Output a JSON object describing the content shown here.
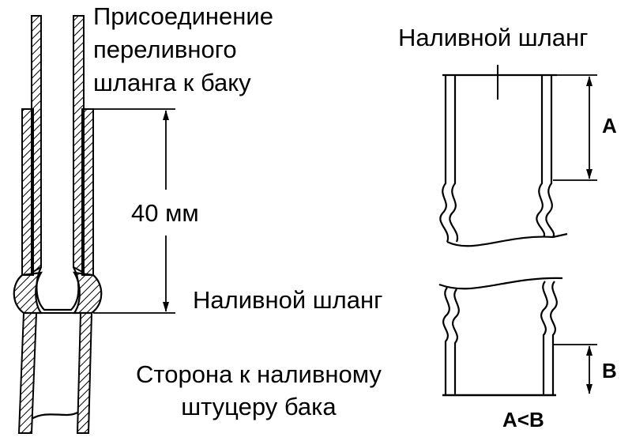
{
  "labels": {
    "overflow_connection": [
      "Присоединение",
      "переливного",
      "шланга к баку"
    ],
    "dimension_40": "40 мм",
    "filler_hose_left": "Наливной шланг",
    "filler_neck_side": [
      "Сторона к наливному",
      "штуцеру бака"
    ],
    "filler_hose_right": "Наливной шланг",
    "dim_a": "A",
    "dim_b": "B",
    "relation": "A<B"
  }
}
